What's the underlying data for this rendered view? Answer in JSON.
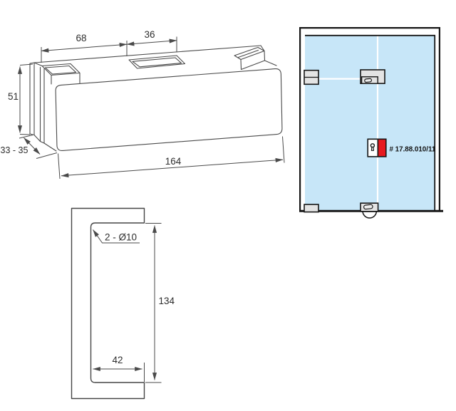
{
  "iso": {
    "dim_left": "68",
    "dim_right": "36",
    "dim_height": "51",
    "dim_depth": "33 - 35",
    "dim_length": "164"
  },
  "cutout": {
    "holes": "2 - Ø10",
    "height": "134",
    "width": "42"
  },
  "door": {
    "part_number": "# 17.88.010/11"
  },
  "colors": {
    "glass": "#c7e6f8",
    "red": "#e6191f",
    "fitting": "#e4e4e4"
  }
}
